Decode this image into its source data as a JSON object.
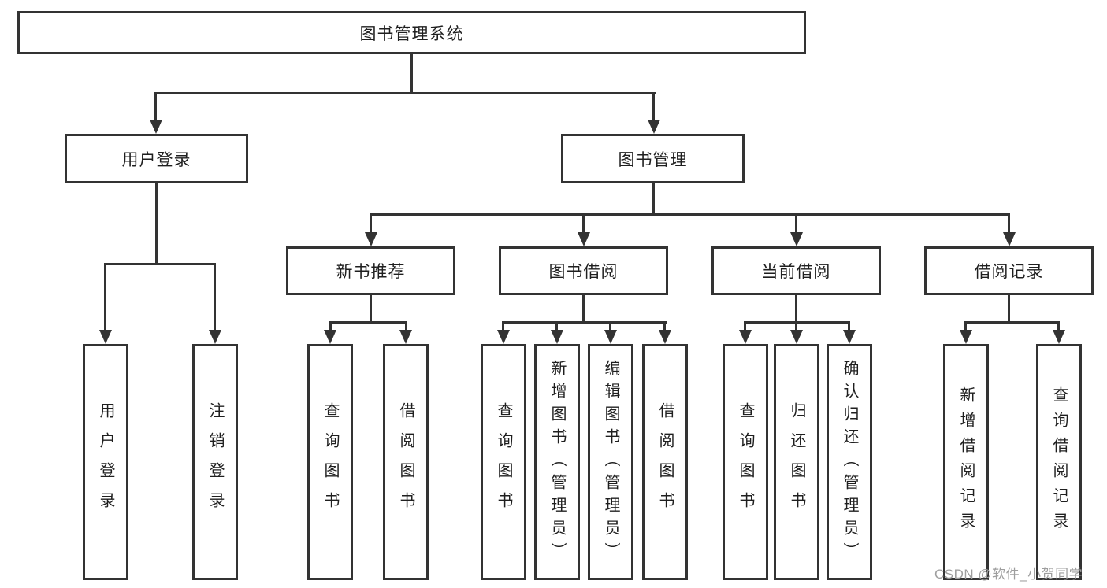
{
  "colors": {
    "line": "#333333",
    "box_border": "#333333",
    "text": "#1f1f1f",
    "background": "#ffffff",
    "watermark": "#9e9e9e"
  },
  "watermark": {
    "text": "CSDN @软件_小贺同学"
  },
  "tree": {
    "label": "图书管理系统",
    "children": [
      {
        "label": "用户登录",
        "children": [
          {
            "label": "用户登录"
          },
          {
            "label": "注销登录"
          }
        ]
      },
      {
        "label": "图书管理",
        "children": [
          {
            "label": "新书推荐",
            "children": [
              {
                "label": "查询图书"
              },
              {
                "label": "借阅图书"
              }
            ]
          },
          {
            "label": "图书借阅",
            "children": [
              {
                "label": "查询图书"
              },
              {
                "label": "新增图书（管理员）"
              },
              {
                "label": "编辑图书（管理员）"
              },
              {
                "label": "借阅图书"
              }
            ]
          },
          {
            "label": "当前借阅",
            "children": [
              {
                "label": "查询图书"
              },
              {
                "label": "归还图书"
              },
              {
                "label": "确认归还（管理员）"
              }
            ]
          },
          {
            "label": "借阅记录",
            "children": [
              {
                "label": "新增借阅记录"
              },
              {
                "label": "查询借阅记录"
              }
            ]
          }
        ]
      }
    ]
  }
}
